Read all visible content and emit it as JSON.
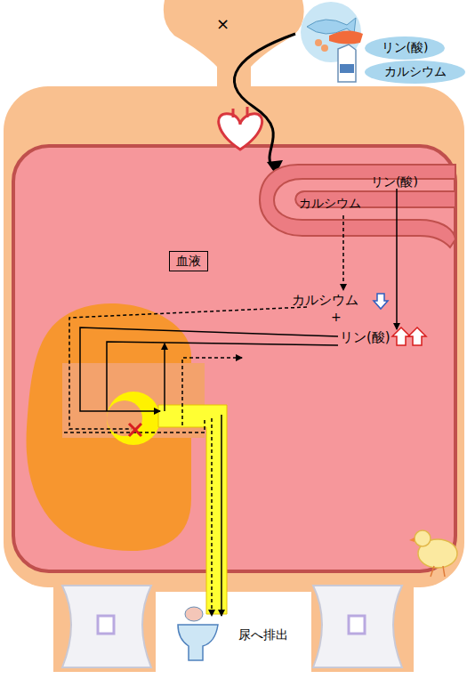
{
  "diagram": {
    "nodes": [
      {
        "text": [
          "リン(酸)"
        ]
      },
      {
        "text": [
          "カルシウム"
        ]
      },
      {
        "text": [
          "リン(酸)",
          "カルシウム"
        ]
      },
      {
        "text": [
          "血液"
        ]
      }
    ],
    "labels": [
      "×",
      "カルシウム",
      "+",
      "リン(酸)",
      "尿へ排出"
    ]
  }
}
